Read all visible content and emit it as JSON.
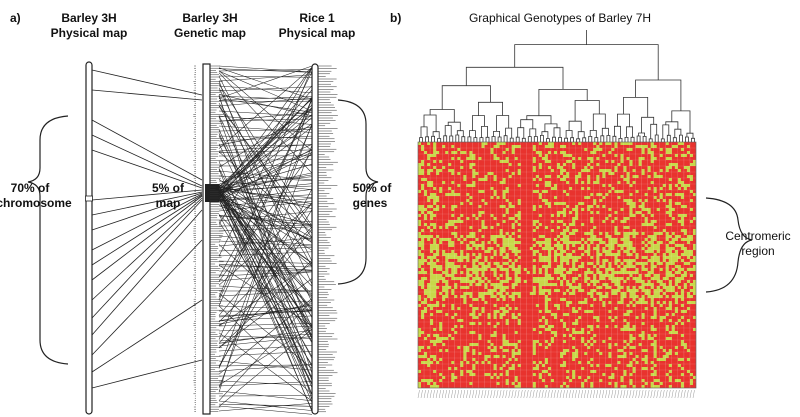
{
  "panel_a": {
    "tag": "a)",
    "col1_line1": "Barley 3H",
    "col1_line2": "Physical map",
    "col2_line1": "Barley 3H",
    "col2_line2": "Genetic map",
    "col3_line1": "Rice 1",
    "col3_line2": "Physical map",
    "left_pct": "70% of",
    "left_word": "chromosome",
    "mid_pct": "5% of",
    "mid_word": "map",
    "right_pct": "50% of",
    "right_word": "genes"
  },
  "panel_b": {
    "tag": "b)",
    "title": "Graphical Genotypes of Barley 7H",
    "region_line1": "Centromeric",
    "region_line2": "region",
    "colors": {
      "allele_a": "#e8332e",
      "allele_b": "#c8d84a",
      "grid": "#ffffff"
    }
  }
}
